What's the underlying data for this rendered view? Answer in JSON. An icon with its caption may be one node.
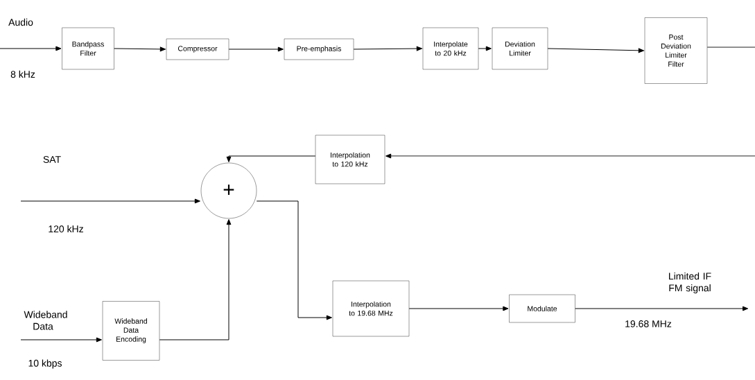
{
  "diagram": {
    "nodes": [
      {
        "text": [
          "Bandpass Filter"
        ]
      },
      {
        "text": [
          "Compressor"
        ]
      },
      {
        "text": [
          "Pre-emphasis"
        ]
      },
      {
        "text": [
          "Interpolate to 20 kHz"
        ]
      },
      {
        "text": [
          "Deviation Limiter"
        ]
      },
      {
        "text": [
          "Post Deviation Limiter Filter"
        ]
      },
      {
        "text": [
          "Interpolation to 120 kHz"
        ]
      },
      {
        "text": [
          "+"
        ]
      },
      {
        "text": [
          "Wideband Data Encoding"
        ]
      },
      {
        "text": [
          "Interpolation to 19.68 MHz"
        ]
      },
      {
        "text": [
          "Modulate"
        ]
      }
    ],
    "edges": [
      {
        "from": null,
        "to": 0,
        "arrow": "to"
      },
      {
        "from": 0,
        "to": 1,
        "arrow": "to"
      },
      {
        "from": 1,
        "to": 2,
        "arrow": "to"
      },
      {
        "from": 2,
        "to": 3,
        "arrow": "to"
      },
      {
        "from": 3,
        "to": 4,
        "arrow": "to"
      },
      {
        "from": 4,
        "to": 5,
        "arrow": "to"
      },
      {
        "from": 5,
        "to": null,
        "arrow": "none"
      },
      {
        "from": null,
        "to": 6,
        "arrow": "to"
      },
      {
        "from": 6,
        "to": 7,
        "arrow": "to"
      },
      {
        "from": null,
        "to": 7,
        "arrow": "to"
      },
      {
        "from": 8,
        "to": 7,
        "arrow": "to"
      },
      {
        "from": null,
        "to": 8,
        "arrow": "to"
      },
      {
        "from": 7,
        "to": 9,
        "arrow": "to"
      },
      {
        "from": 9,
        "to": 10,
        "arrow": "to"
      },
      {
        "from": 10,
        "to": null,
        "arrow": "to"
      }
    ],
    "labels": [
      "Audio",
      "8 kHz",
      "SAT",
      "120 kHz",
      "Wideband Data",
      "10 kbps",
      "Limited IF FM signal",
      "19.68 MHz"
    ]
  }
}
